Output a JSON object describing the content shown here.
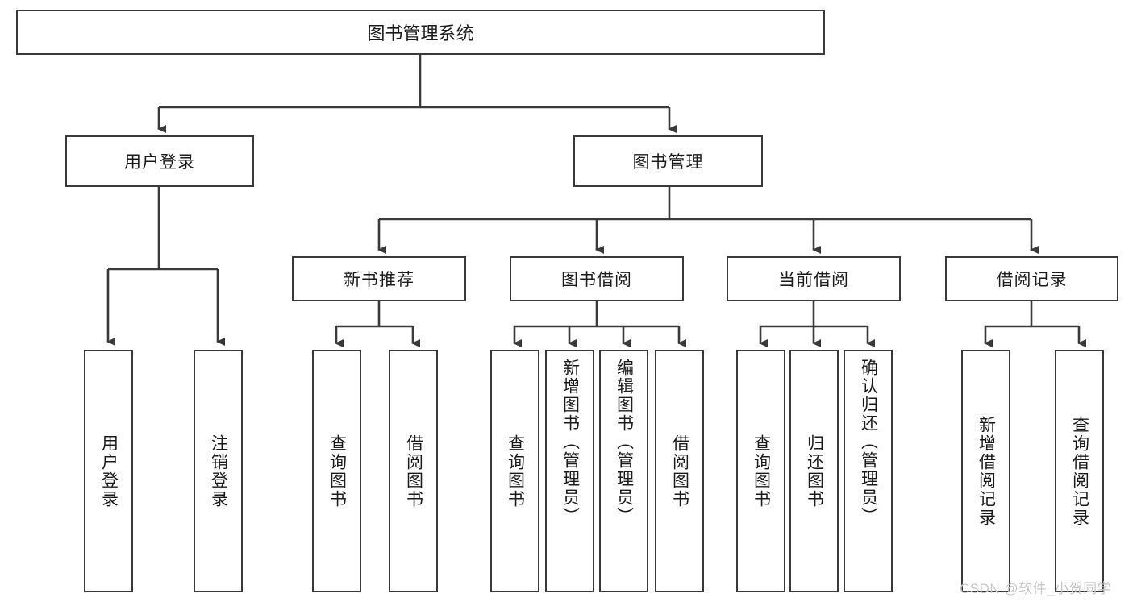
{
  "diagram": {
    "type": "tree-hierarchy",
    "title": "图书管理系统",
    "root": {
      "label": "图书管理系统"
    },
    "level2": [
      {
        "label": "用户登录"
      },
      {
        "label": "图书管理"
      }
    ],
    "level3": [
      {
        "label": "新书推荐"
      },
      {
        "label": "图书借阅"
      },
      {
        "label": "当前借阅"
      },
      {
        "label": "借阅记录"
      }
    ],
    "leaves": {
      "user_login": [
        "用户登录",
        "注销登录"
      ],
      "new_book_recommend": [
        "查询图书",
        "借阅图书"
      ],
      "book_borrow": [
        "查询图书",
        "新增图书（管理员）",
        "编辑图书（管理员）",
        "借阅图书"
      ],
      "current_borrow": [
        "查询图书",
        "归还图书",
        "确认归还（管理员）"
      ],
      "borrow_record": [
        "新增借阅记录",
        "查询借阅记录"
      ]
    }
  },
  "watermark": {
    "text": "CSDN @软件_小贺同学"
  },
  "colors": {
    "border": "#3a3a3a",
    "text": "#1b1b1b",
    "background": "#ffffff",
    "watermark": "#c8c8c8"
  }
}
